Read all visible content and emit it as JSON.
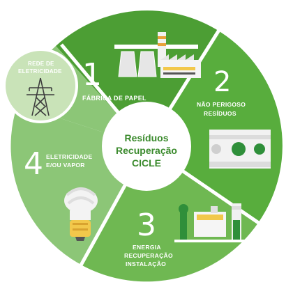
{
  "center": {
    "line1": "Resíduos",
    "line2": "Recuperação",
    "line3": "CICLE"
  },
  "grid_badge": {
    "line1": "REDE DE",
    "line2": "ELETRICIDADE"
  },
  "segments": [
    {
      "number": "1",
      "label_line1": "FÁBRICA DE PAPEL",
      "label_line2": "",
      "label_line3": "",
      "color": "#4c9e34"
    },
    {
      "number": "2",
      "label_line1": "NÃO PERIGOSO",
      "label_line2": "RESÍDUOS",
      "label_line3": "",
      "color": "#58ad3d"
    },
    {
      "number": "3",
      "label_line1": "ENERGIA",
      "label_line2": "RECUPERAÇÃO",
      "label_line3": "INSTALAÇÃO",
      "color": "#6fb852"
    },
    {
      "number": "4",
      "label_line1": "ELETRICIDADE",
      "label_line2": "E/OU VAPOR",
      "label_line3": "",
      "color": "#8cc677"
    }
  ],
  "icons": {
    "segment1": "paper-factory-icon",
    "segment2": "waste-bales-icon",
    "segment3": "energy-plant-icon",
    "segment4": "light-bulb-icon",
    "badge": "power-pylon-icon"
  }
}
